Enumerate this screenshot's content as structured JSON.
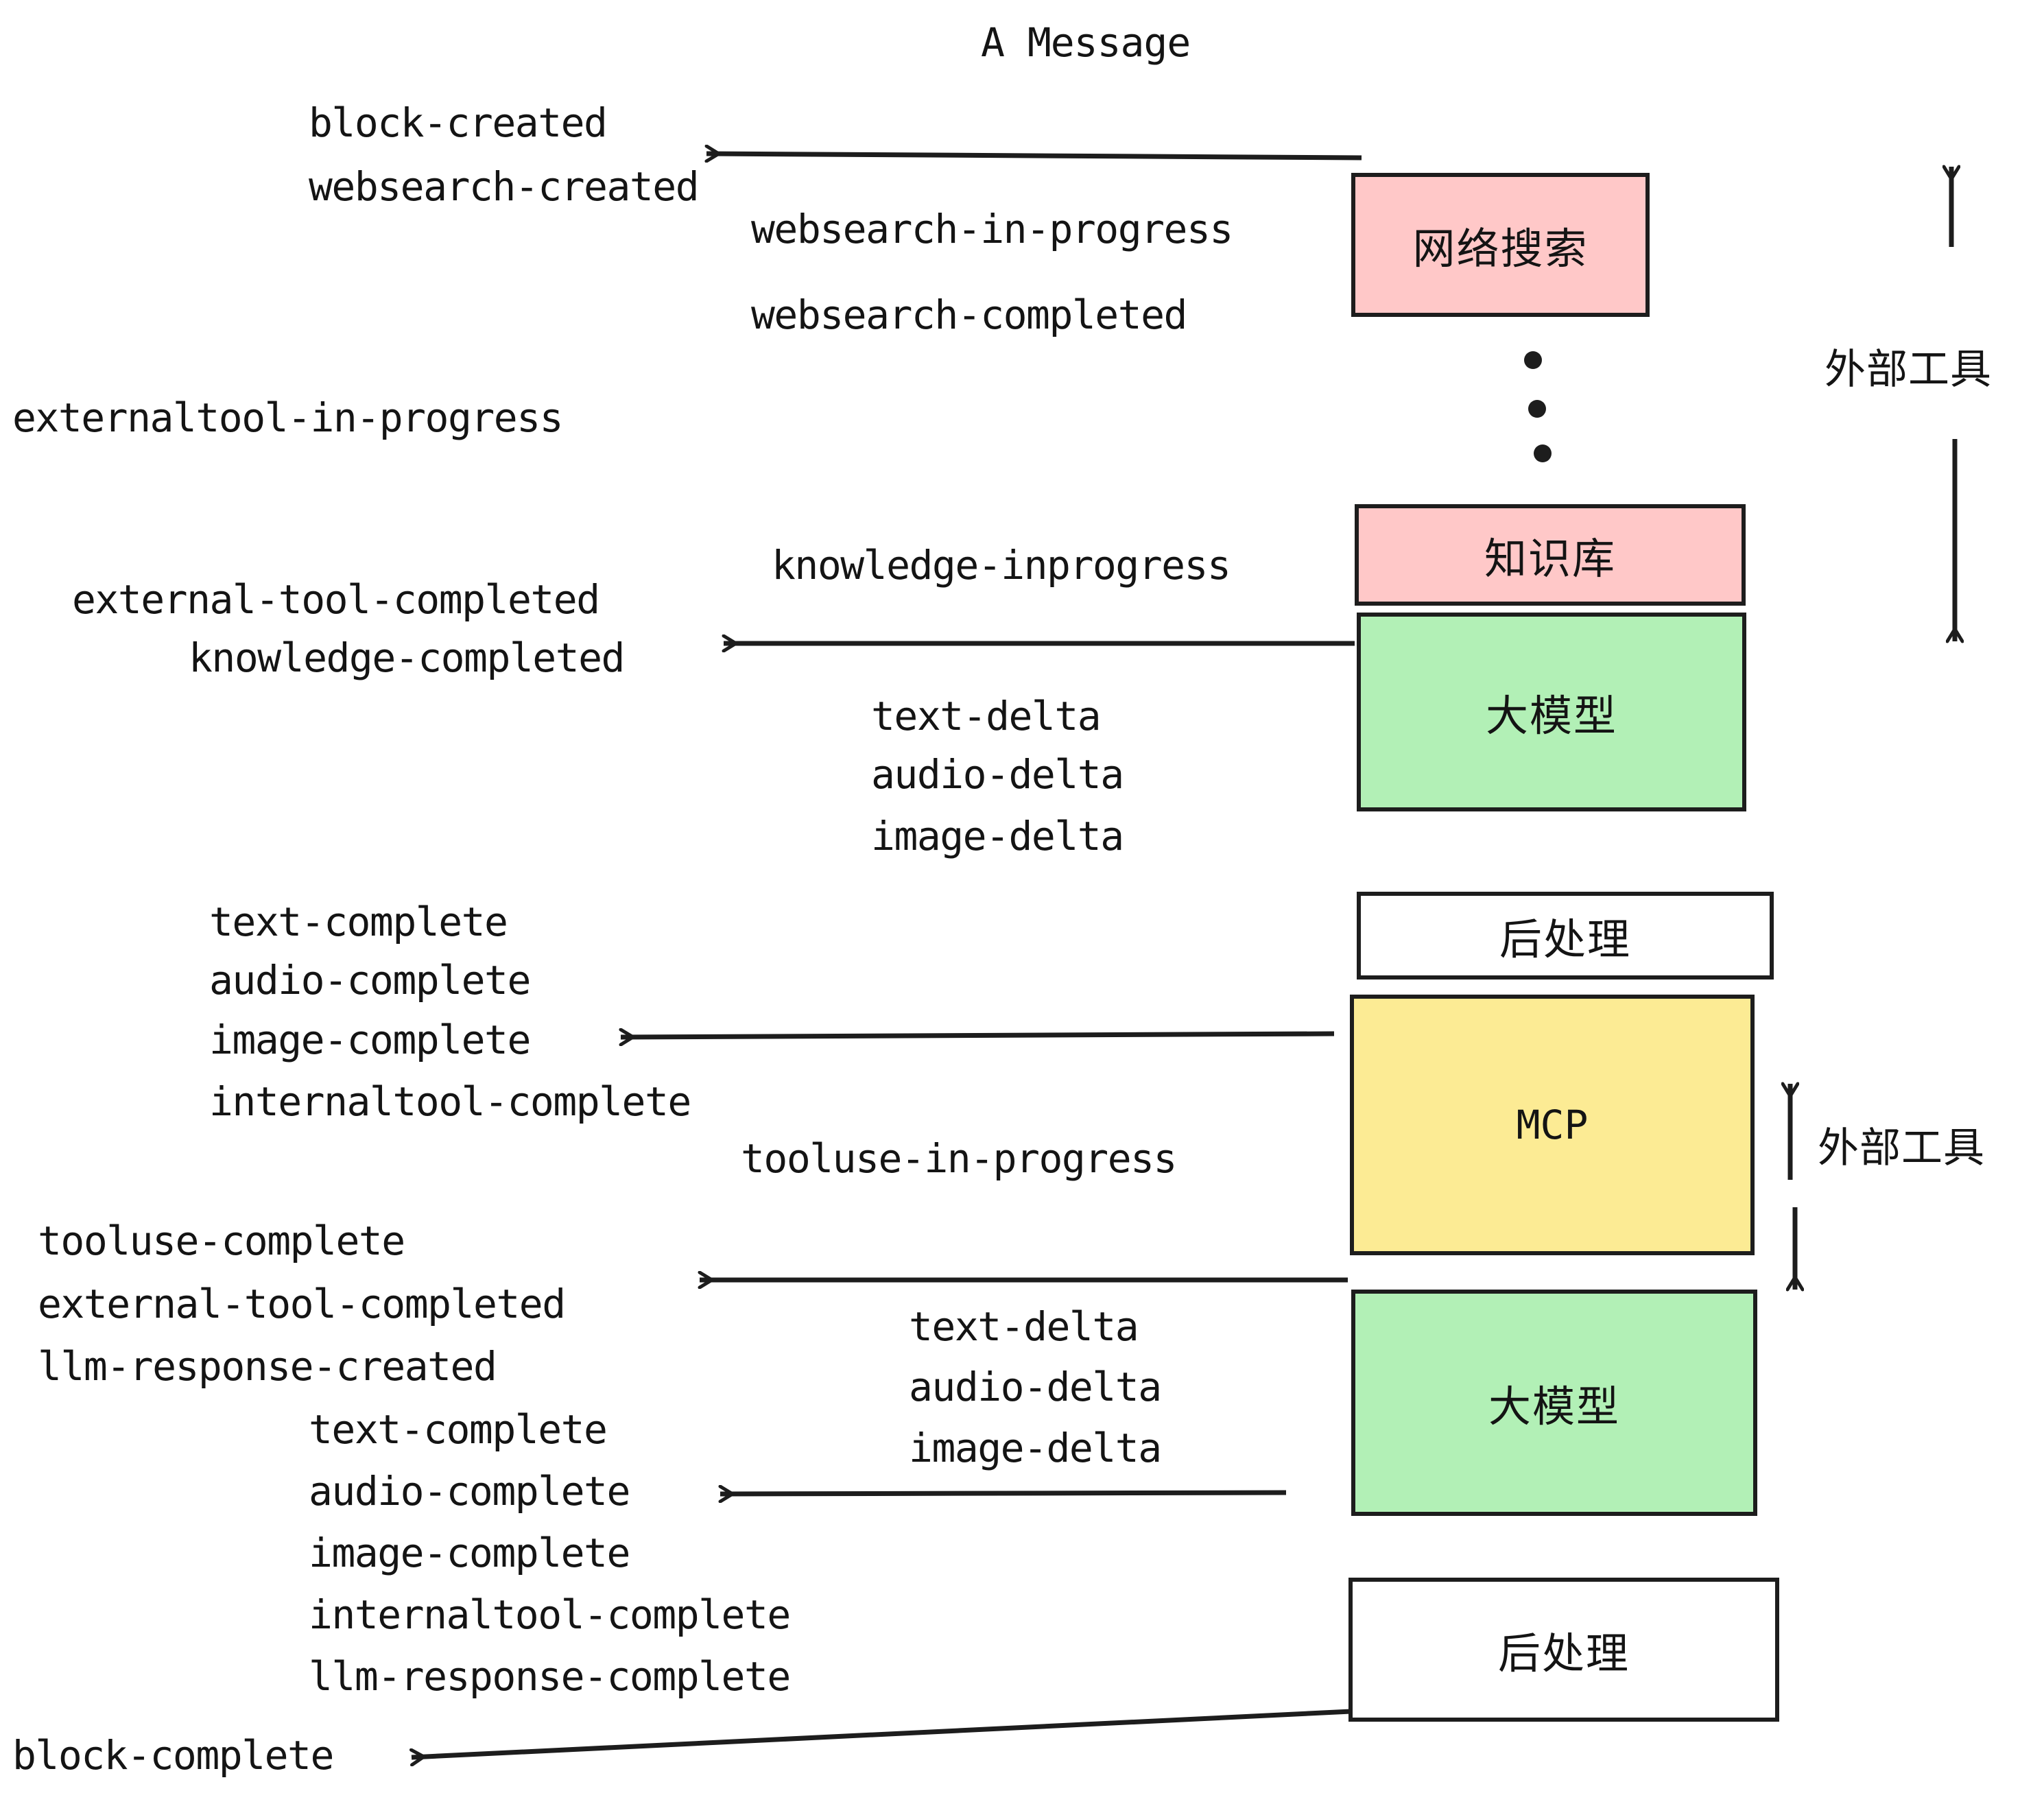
{
  "diagram": {
    "title": "A Message",
    "colors": {
      "external_tool_fill": "#ffc8c8",
      "llm_fill": "#b2f0b6",
      "mcp_fill": "#fceb94",
      "postprocess_fill": "#ffffff",
      "stroke": "#1d1d1d",
      "text": "#141414",
      "background": "#ffffff"
    },
    "nodes": [
      {
        "id": "websearch",
        "label": "网络搜索",
        "fill": "#ffc8c8",
        "mono": false
      },
      {
        "id": "knowledge",
        "label": "知识库",
        "fill": "#ffc8c8",
        "mono": false
      },
      {
        "id": "llm-1",
        "label": "大模型",
        "fill": "#b2f0b6",
        "mono": false
      },
      {
        "id": "postprocess-1",
        "label": "后处理",
        "fill": "#ffffff",
        "mono": false
      },
      {
        "id": "mcp",
        "label": "MCP",
        "fill": "#fceb94",
        "mono": true
      },
      {
        "id": "llm-2",
        "label": "大模型",
        "fill": "#b2f0b6",
        "mono": false
      },
      {
        "id": "postprocess-2",
        "label": "后处理",
        "fill": "#ffffff",
        "mono": false
      }
    ],
    "side_labels": [
      {
        "id": "external-tools-top",
        "label": "外部工具"
      },
      {
        "id": "external-tools-bottom",
        "label": "外部工具"
      }
    ],
    "events": [
      {
        "id": "block-created",
        "label": "block-created"
      },
      {
        "id": "websearch-created",
        "label": "websearch-created"
      },
      {
        "id": "websearch-in-progress",
        "label": "websearch-in-progress"
      },
      {
        "id": "websearch-completed",
        "label": "websearch-completed"
      },
      {
        "id": "externaltool-in-progress",
        "label": "externaltool-in-progress"
      },
      {
        "id": "knowledge-inprogress",
        "label": "knowledge-inprogress"
      },
      {
        "id": "external-tool-completed-1",
        "label": "external-tool-completed"
      },
      {
        "id": "knowledge-completed",
        "label": "knowledge-completed"
      },
      {
        "id": "text-delta-1",
        "label": "text-delta"
      },
      {
        "id": "audio-delta-1",
        "label": "audio-delta"
      },
      {
        "id": "image-delta-1",
        "label": "image-delta"
      },
      {
        "id": "text-complete-1",
        "label": "text-complete"
      },
      {
        "id": "audio-complete-1",
        "label": "audio-complete"
      },
      {
        "id": "image-complete-1",
        "label": "image-complete"
      },
      {
        "id": "internaltool-complete-1",
        "label": "internaltool-complete"
      },
      {
        "id": "tooluse-in-progress",
        "label": "tooluse-in-progress"
      },
      {
        "id": "tooluse-complete",
        "label": "tooluse-complete"
      },
      {
        "id": "external-tool-completed-2",
        "label": "external-tool-completed"
      },
      {
        "id": "llm-response-created",
        "label": "llm-response-created"
      },
      {
        "id": "text-delta-2",
        "label": "text-delta"
      },
      {
        "id": "audio-delta-2",
        "label": "audio-delta"
      },
      {
        "id": "image-delta-2",
        "label": "image-delta"
      },
      {
        "id": "text-complete-2",
        "label": "text-complete"
      },
      {
        "id": "audio-complete-2",
        "label": "audio-complete"
      },
      {
        "id": "image-complete-2",
        "label": "image-complete"
      },
      {
        "id": "internaltool-complete-2",
        "label": "internaltool-complete"
      },
      {
        "id": "llm-response-complete",
        "label": "llm-response-complete"
      },
      {
        "id": "block-complete",
        "label": "block-complete"
      }
    ],
    "ellipsis_dots": 3
  }
}
